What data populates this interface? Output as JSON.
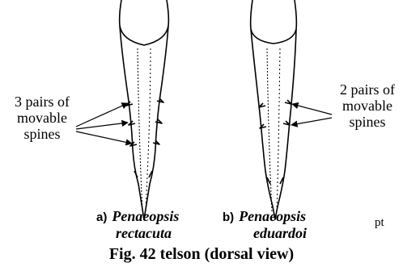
{
  "figure": {
    "title": "Fig. 42  telson (dorsal view)",
    "left_callout": {
      "line1": "3 pairs of",
      "line2": "movable",
      "line3": "spines"
    },
    "right_callout": {
      "line1": "2 pairs of",
      "line2": "movable",
      "line3": "spines"
    },
    "caption_a": {
      "letter": "a)",
      "genus": "Penaeopsis",
      "species": "rectacuta"
    },
    "caption_b": {
      "letter": "b)",
      "genus": "Penaeopsis",
      "species": "eduardoi"
    },
    "stray_text": "pt"
  },
  "colors": {
    "ink": "#000000",
    "background": "#ffffff"
  }
}
